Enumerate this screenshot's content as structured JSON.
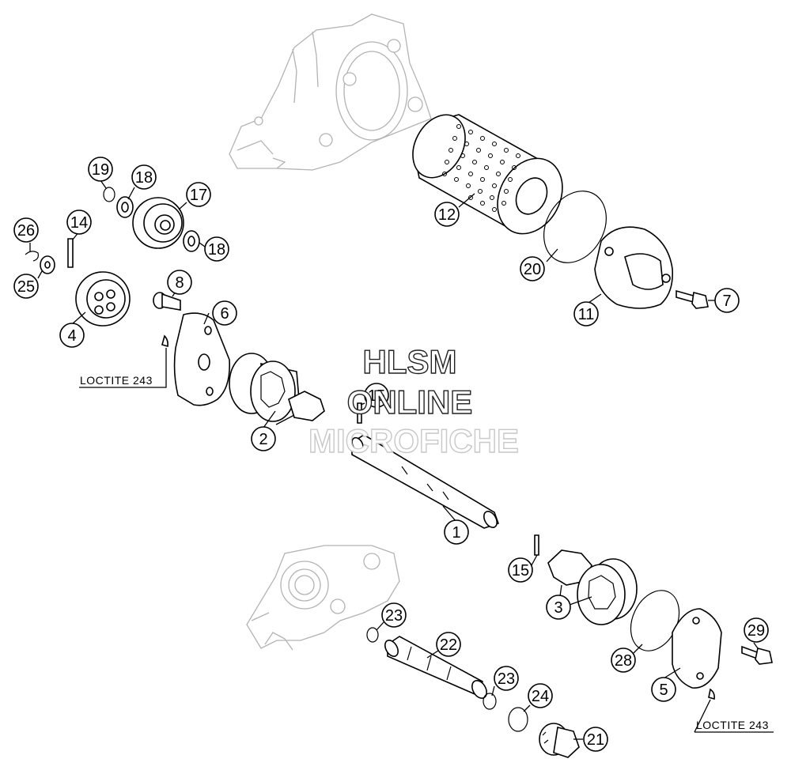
{
  "watermark": {
    "line1": "HLSM",
    "line2": "ONLINE",
    "line3": "MICROFICHE"
  },
  "loctite": {
    "left_label": "LOCTITE 243",
    "right_label": "LOCTITE 243"
  },
  "callouts": {
    "c1": "1",
    "c2": "2",
    "c3": "3",
    "c4": "4",
    "c5": "5",
    "c6": "6",
    "c7": "7",
    "c8": "8",
    "c11": "11",
    "c12": "12",
    "c14": "14",
    "c15a": "15",
    "c15b": "15",
    "c17": "17",
    "c18a": "18",
    "c18b": "18",
    "c19": "19",
    "c20": "20",
    "c21": "21",
    "c22": "22",
    "c23a": "23",
    "c23b": "23",
    "c24": "24",
    "c25": "25",
    "c26": "26",
    "c28": "28",
    "c29": "29"
  }
}
